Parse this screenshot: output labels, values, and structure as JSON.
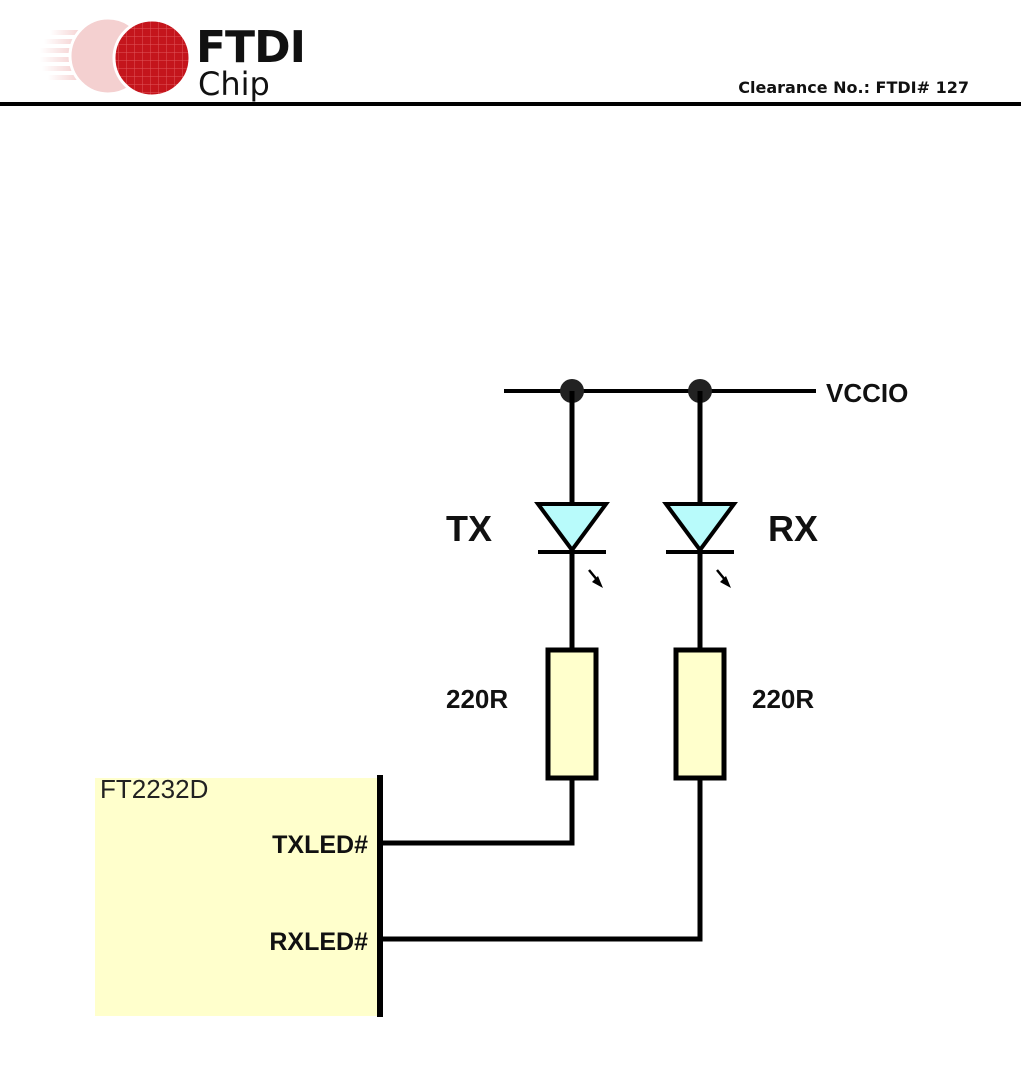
{
  "header": {
    "logo": {
      "primary": "FTDI",
      "secondary": "Chip",
      "brand_color": "#c4151c"
    },
    "clearance_label": "Clearance No.: FTDI# 127"
  },
  "schematic": {
    "supply_net": "VCCIO",
    "leds": [
      {
        "label": "TX",
        "fill_color": "#b8fbfb"
      },
      {
        "label": "RX",
        "fill_color": "#b8fbfb"
      }
    ],
    "resistors": [
      {
        "value": "220R",
        "fill_color": "#ffffcc"
      },
      {
        "value": "220R",
        "fill_color": "#ffffcc"
      }
    ],
    "chip": {
      "name": "FT2232D",
      "fill_color": "#ffffcc",
      "pins": [
        {
          "label": "TXLED#"
        },
        {
          "label": "RXLED#"
        }
      ]
    }
  }
}
